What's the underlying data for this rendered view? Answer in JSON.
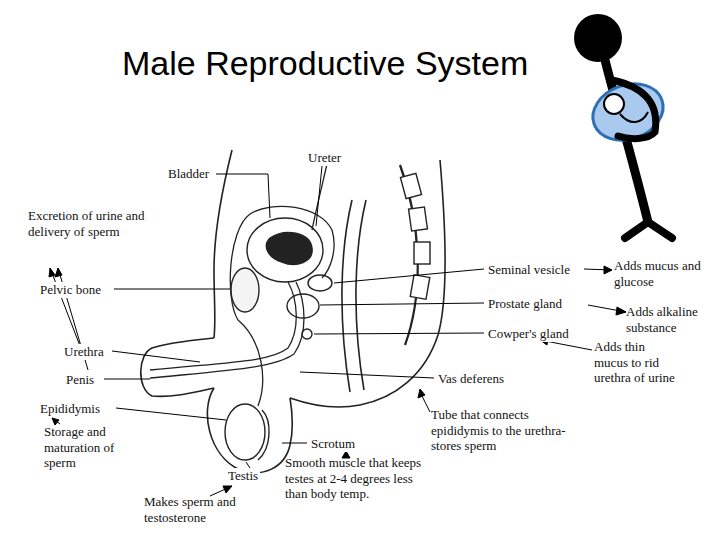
{
  "diagram": {
    "title": "Male Reproductive System",
    "labels": [
      "Ureter",
      "Bladder",
      "Excretion of urine and delivery of sperm",
      "Seminal vesicle",
      "Adds mucus and glucose",
      "Pelvic bone",
      "Prostate gland",
      "Adds alkaline substance",
      "Cowper's gland",
      "Adds thin mucus to rid urethra of urine",
      "Urethra",
      "Penis",
      "Vas deferens",
      "Epididymis",
      "Storage and maturation of sperm",
      "Tube that connects epididymis to the urethra- stores sperm",
      "Scrotum",
      "Testis",
      "Makes sperm and testosterone",
      "Smooth muscle that keeps testes at 2-4 degrees less than body temp."
    ]
  }
}
